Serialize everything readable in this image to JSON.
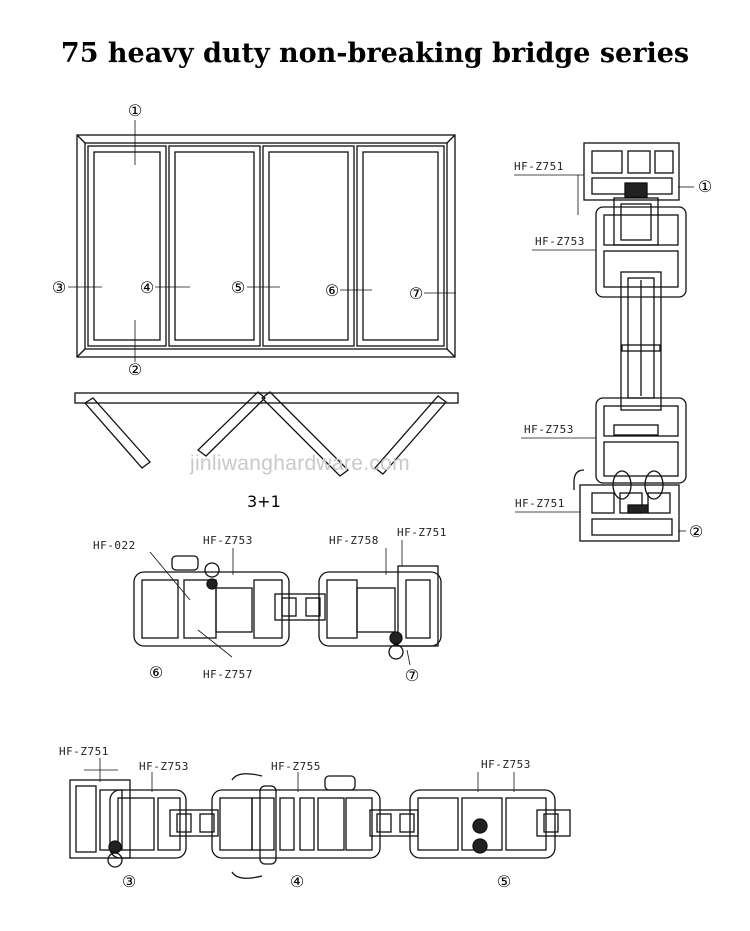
{
  "title": "75 heavy duty non-breaking bridge series",
  "watermark": "jinliwanghardware.com",
  "configuration": "3+1",
  "markers": {
    "m1": "①",
    "m2": "②",
    "m3": "③",
    "m4": "④",
    "m5": "⑤",
    "m6": "⑥",
    "m7": "⑦"
  },
  "profiles": {
    "z751": "HF-Z751",
    "z753": "HF-Z753",
    "z755": "HF-Z755",
    "z757": "HF-Z757",
    "z758": "HF-Z758",
    "p022": "HF-022"
  }
}
